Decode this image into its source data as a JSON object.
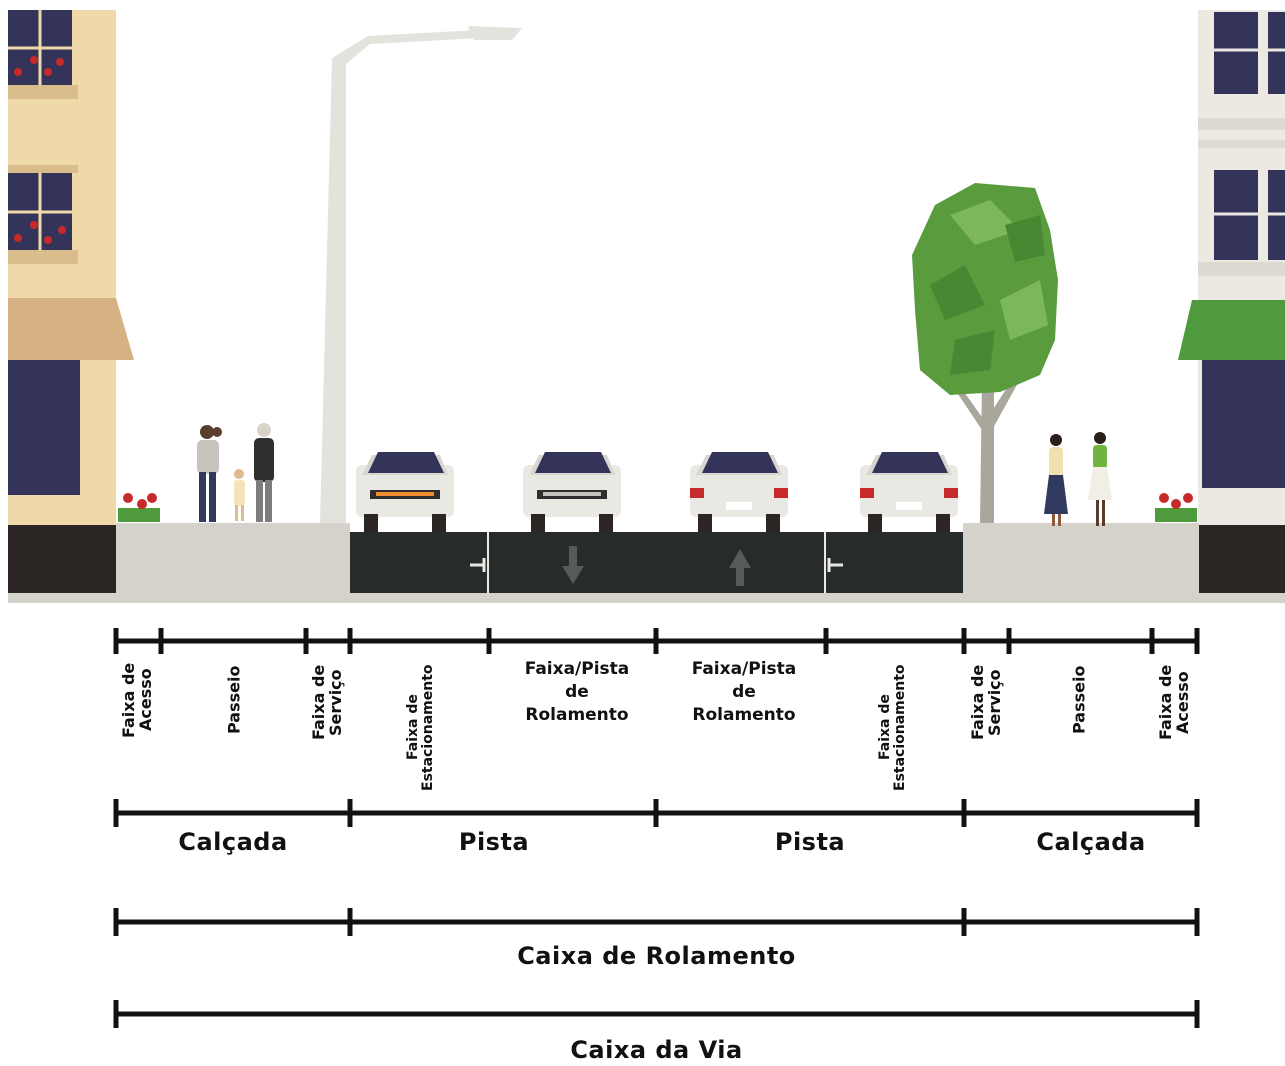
{
  "colors": {
    "building_left": "#efd9a8",
    "building_right": "#ece9e2",
    "window": "#34335a",
    "awning_left": "#d6b184",
    "awning_right": "#4e9a3c",
    "sidewalk": "#d5d1cb",
    "asphalt": "#272b29",
    "curb_dark": "#2b2523",
    "tree_green": "#5a9b3e",
    "tree_trunk": "#a9a69c",
    "car_body": "#e9e8e2",
    "tail_light": "#c62a2a",
    "flowers": "#c62a2a",
    "dimension_line": "#111111"
  },
  "icons": {
    "lane_arrow_down": "arrow-down-icon",
    "lane_arrow_up": "arrow-up-icon"
  },
  "segment_labels": [
    "Faixa de\nAcesso",
    "Passeio",
    "Faixa de\nServiço",
    "Faixa de\nEstacionamento",
    "Faixa/Pista\nde\nRolamento",
    "Faixa/Pista\nde\nRolamento",
    "Faixa de\nEstacionamento",
    "Faixa de\nServiço",
    "Passeio",
    "Faixa de\nAcesso"
  ],
  "groups": {
    "calcada_left": "Calçada",
    "pista_left": "Pista",
    "pista_right": "Pista",
    "calcada_right": "Calçada"
  },
  "caixa_rolamento": "Caixa de Rolamento",
  "caixa_via": "Caixa da Via"
}
